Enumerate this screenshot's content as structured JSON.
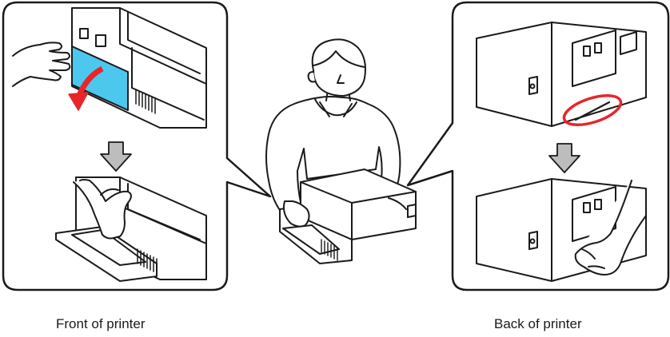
{
  "captions": {
    "front": "Front of printer",
    "back": "Back of printer"
  },
  "colors": {
    "line": "#1a1a1a",
    "panel_highlight": "#4cc8ee",
    "curve_arrow": "#e8262a",
    "highlight_circle": "#e8262a",
    "step_arrow_fill": "#bdbdbd",
    "panel_stroke": "#1a1a1a"
  },
  "icons": {
    "front_panel": "hand-opening-front-cover",
    "front_arrow": "curved-arrow-open",
    "step_arrows": "down-arrow",
    "back_marker": "red-ellipse-highlight",
    "person": "person-carrying-printer"
  }
}
